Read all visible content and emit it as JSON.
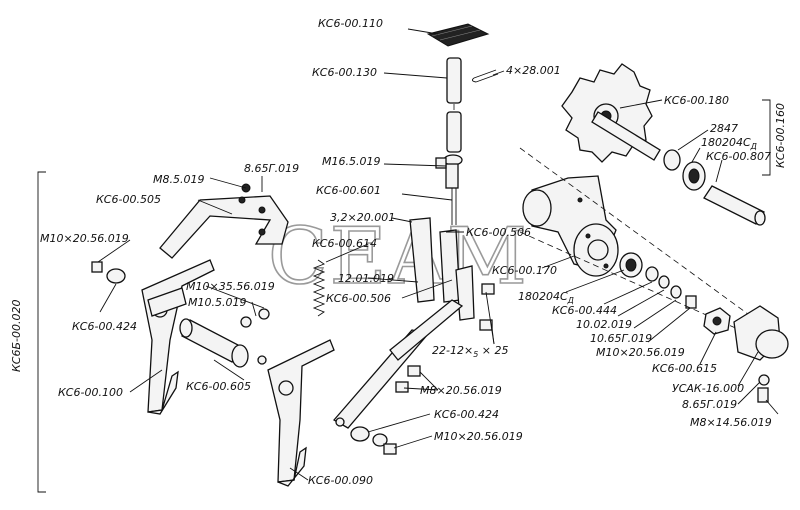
{
  "watermark": "CEAM",
  "labels": {
    "pedal_pad": "КС6-00.110",
    "pin_shaft": "КС6-00.130",
    "cotter_pin": "4×28.001",
    "sprocket": "КС6-00.180",
    "ring_2847": "2847",
    "bearing_180204": "180204С",
    "bearing_sub_d": "Д",
    "ks6_807": "КС6-00.807",
    "assembly_160": "КС6-00.160",
    "nut_m16": "М16.5.019",
    "rod_601": "КС6-00.601",
    "nut_m8": "М8.5.019",
    "washer_8_65": "8.65Г.019",
    "lever_505": "КС6-00.505",
    "bolt_m10_20_top": "М10×20.56.019",
    "pin_3_2": "3,2×20.001",
    "link_506_top": "КС6-00.506",
    "spring_614": "КС6-00.614",
    "washer_12": "12.01.019",
    "link_506_mid": "КС6-00.506",
    "housing_170": "КС6-00.170",
    "bearing_180204_b": "180204С",
    "bearing_sub_d_b": "Д",
    "washer_424_left": "КС6-00.424",
    "bolt_m10_35": "М10×35.56.019",
    "nut_m10": "М10.5.019",
    "spacer_444": "КС6-00.444",
    "washer_10_02": "10.02.019",
    "washer_10_65": "10.65Г.019",
    "bolt_m10_20_right": "М10×20.56.019",
    "pin_22_12": "22-12×",
    "pin_22_12_sub": "5",
    "pin_22_12_end": " × 25",
    "assembly_020": "КС6Б-00.020",
    "arm_100": "КС6-00.100",
    "bush_605": "КС6-00.605",
    "nut_615": "КС6-00.615",
    "bolt_m8_20": "М8×20.56.019",
    "cap_usak": "УСАК-16.000",
    "washer_8_65_b": "8.65Г.019",
    "washer_424_bottom": "КС6-00.424",
    "bolt_m10_20_bottom": "М10×20.56.019",
    "bolt_m8_14": "М8×14.56.019",
    "arm_090": "КС6-00.090"
  }
}
